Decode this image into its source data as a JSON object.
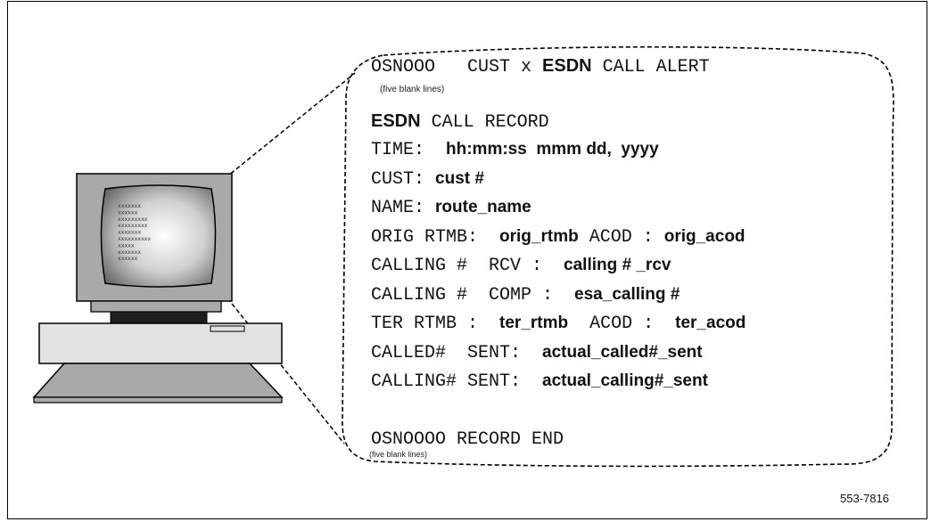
{
  "alert": {
    "prefix": "OSNOOO   CUST x ",
    "esdn": "ESDN",
    "suffix": " CALL ALERT"
  },
  "note_top": "(five blank lines)",
  "record": {
    "title_bold": "ESDN",
    "title_rest": " CALL RECORD",
    "lines": [
      [
        {
          "t": "TIME:  ",
          "s": "mono"
        },
        {
          "t": "hh:mm:ss  mmm dd,  yyyy",
          "s": "sans"
        }
      ],
      [
        {
          "t": "CUST: ",
          "s": "mono"
        },
        {
          "t": "cust #",
          "s": "sans"
        }
      ],
      [
        {
          "t": "NAME: ",
          "s": "mono"
        },
        {
          "t": "route_name",
          "s": "sans"
        }
      ],
      [
        {
          "t": "ORIG RTMB:  ",
          "s": "mono"
        },
        {
          "t": "orig_rtmb",
          "s": "sans"
        },
        {
          "t": " ACOD : ",
          "s": "mono"
        },
        {
          "t": "orig_acod",
          "s": "sans"
        }
      ],
      [
        {
          "t": "CALLING #  RCV :  ",
          "s": "mono"
        },
        {
          "t": "calling # _rcv",
          "s": "sans"
        }
      ],
      [
        {
          "t": "CALLING #  COMP :  ",
          "s": "mono"
        },
        {
          "t": "esa_calling #",
          "s": "sans"
        }
      ],
      [
        {
          "t": "TER RTMB :  ",
          "s": "mono"
        },
        {
          "t": "ter_rtmb",
          "s": "sans"
        },
        {
          "t": "  ACOD :  ",
          "s": "mono"
        },
        {
          "t": "ter_acod",
          "s": "sans"
        }
      ],
      [
        {
          "t": "CALLED#  SENT:  ",
          "s": "mono"
        },
        {
          "t": "actual_called#_sent",
          "s": "sans"
        }
      ],
      [
        {
          "t": "CALLING# SENT:  ",
          "s": "mono"
        },
        {
          "t": "actual_calling#_sent",
          "s": "sans"
        }
      ]
    ]
  },
  "record_end": "OSNOOOO RECORD END",
  "note_bottom": "(five blank lines)",
  "figure_code": "553-7816",
  "screen_text": [
    "xxxxxxx",
    "xxxxxx",
    "xxxxxxxxx",
    "xxxxxxxxx",
    "xxxxxxx",
    "xxxxxxxxxx",
    "xxxxx",
    "xxxxxxx",
    "xxxxxx"
  ]
}
